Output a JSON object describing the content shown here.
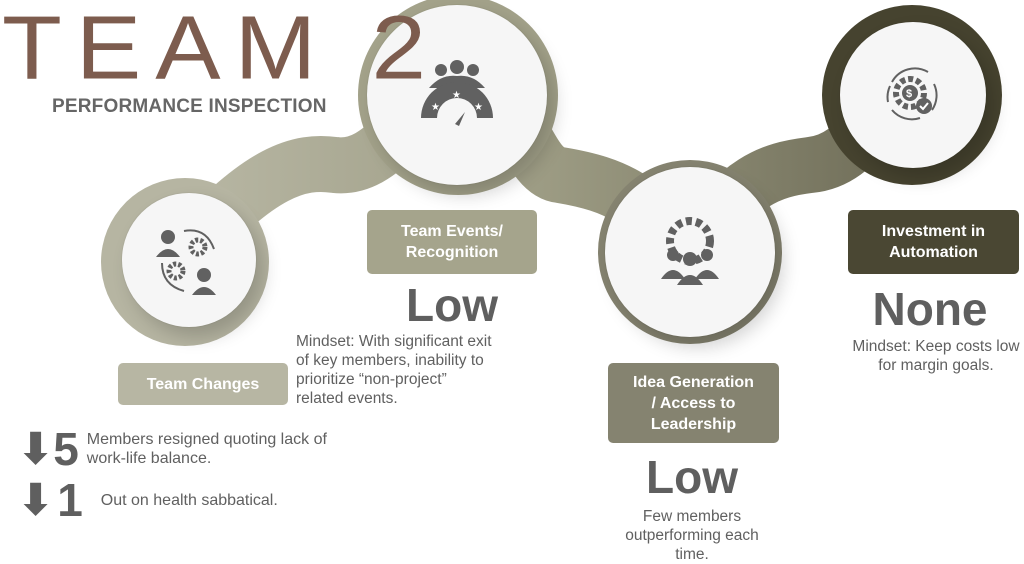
{
  "header": {
    "title": "TEAM 2",
    "subtitle": "PERFORMANCE INSPECTION"
  },
  "colors": {
    "title": "#7d5c4e",
    "stage1": "#b7b6a3",
    "stage2": "#a5a48c",
    "stage3": "#858370",
    "stage4": "#4a4733",
    "text": "#606060"
  },
  "stages": [
    {
      "label": "Team Changes",
      "icon": "team-change-cycle-icon",
      "stats": [
        {
          "direction": "down",
          "value": "5",
          "text": "Members resigned quoting lack of work-life balance."
        },
        {
          "direction": "down",
          "value": "1",
          "text": "Out on health sabbatical."
        }
      ]
    },
    {
      "label": "Team Events/ Recognition",
      "icon": "team-rating-gauge-icon",
      "rating": "Low",
      "description": "Mindset: With significant exit of key members, inability to prioritize “non-project” related events."
    },
    {
      "label": "Idea Generation / Access to Leadership",
      "icon": "team-gear-icon",
      "rating": "Low",
      "description": "Few members outperforming each time."
    },
    {
      "label": "Investment in Automation",
      "icon": "cost-automation-icon",
      "rating": "None",
      "description": "Mindset: Keep costs low for margin goals."
    }
  ]
}
